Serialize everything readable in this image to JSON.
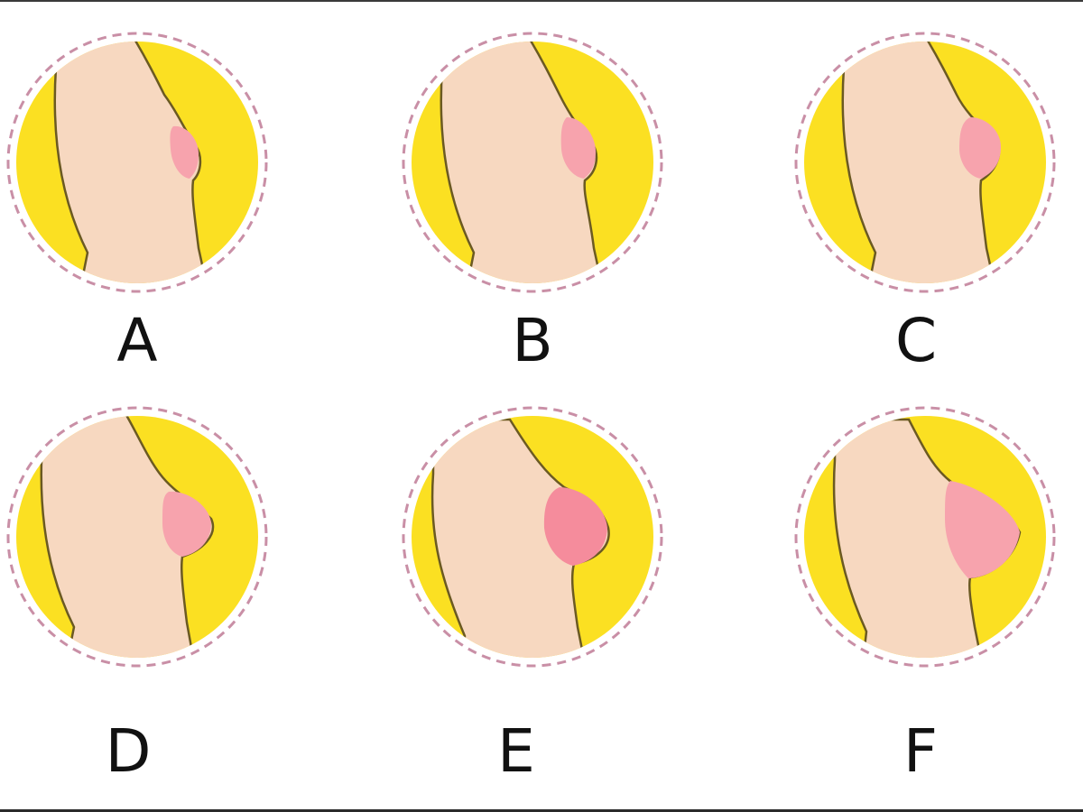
{
  "colors": {
    "background": "#ffffff",
    "circle_fill": "#fbe022",
    "skin": "#f7d8c0",
    "outline": "#6b5a22",
    "dashed_ring": "#c98fa6",
    "highlight": "#f7a3ad",
    "highlight_e": "#f58c9c"
  },
  "panels": [
    {
      "label": "A"
    },
    {
      "label": "B"
    },
    {
      "label": "C"
    },
    {
      "label": "D"
    },
    {
      "label": "E"
    },
    {
      "label": "F"
    }
  ]
}
